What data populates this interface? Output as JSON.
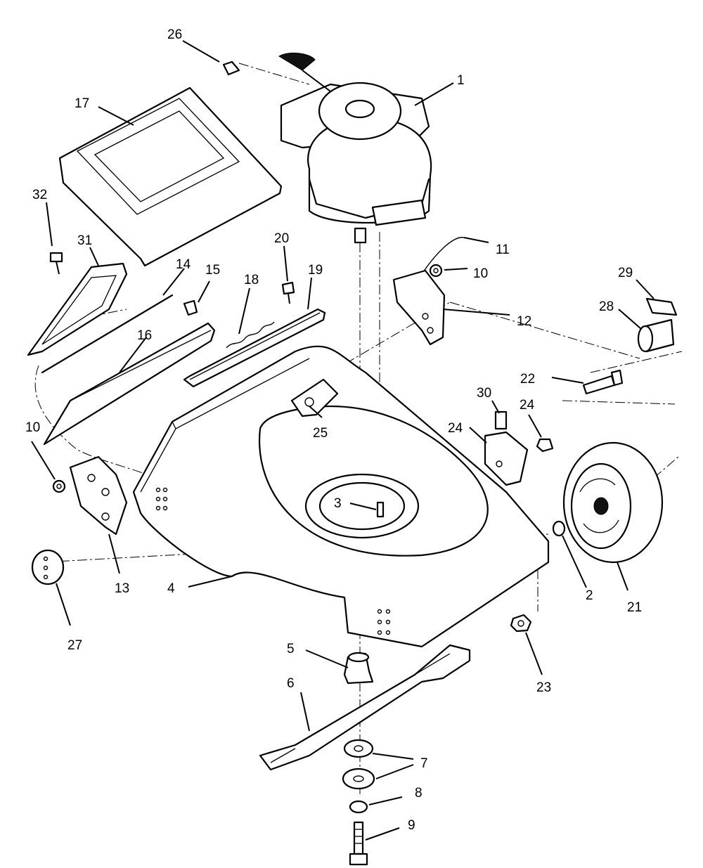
{
  "diagram": {
    "callouts": [
      {
        "id": "c1",
        "text": "1"
      },
      {
        "id": "c2",
        "text": "2"
      },
      {
        "id": "c3",
        "text": "3"
      },
      {
        "id": "c4",
        "text": "4"
      },
      {
        "id": "c5",
        "text": "5"
      },
      {
        "id": "c6",
        "text": "6"
      },
      {
        "id": "c7",
        "text": "7"
      },
      {
        "id": "c8",
        "text": "8"
      },
      {
        "id": "c9",
        "text": "9"
      },
      {
        "id": "c10a",
        "text": "10"
      },
      {
        "id": "c10b",
        "text": "10"
      },
      {
        "id": "c11",
        "text": "11"
      },
      {
        "id": "c12",
        "text": "12"
      },
      {
        "id": "c13",
        "text": "13"
      },
      {
        "id": "c14",
        "text": "14"
      },
      {
        "id": "c15",
        "text": "15"
      },
      {
        "id": "c16",
        "text": "16"
      },
      {
        "id": "c17",
        "text": "17"
      },
      {
        "id": "c18",
        "text": "18"
      },
      {
        "id": "c19",
        "text": "19"
      },
      {
        "id": "c20",
        "text": "20"
      },
      {
        "id": "c21",
        "text": "21"
      },
      {
        "id": "c22",
        "text": "22"
      },
      {
        "id": "c23",
        "text": "23"
      },
      {
        "id": "c24a",
        "text": "24"
      },
      {
        "id": "c24b",
        "text": "24"
      },
      {
        "id": "c25",
        "text": "25"
      },
      {
        "id": "c26",
        "text": "26"
      },
      {
        "id": "c27",
        "text": "27"
      },
      {
        "id": "c28",
        "text": "28"
      },
      {
        "id": "c29",
        "text": "29"
      },
      {
        "id": "c30",
        "text": "30"
      },
      {
        "id": "c31",
        "text": "31"
      },
      {
        "id": "c32",
        "text": "32"
      }
    ]
  }
}
